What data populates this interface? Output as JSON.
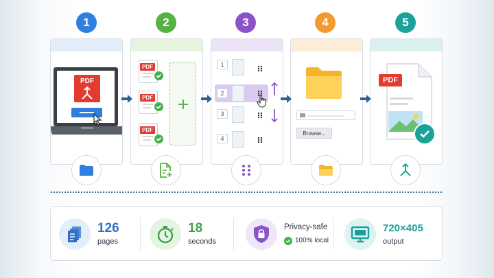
{
  "steps": [
    {
      "number": "1",
      "color": "#2f7fe0",
      "band": "#e3edf9",
      "icon": "folder-icon"
    },
    {
      "number": "2",
      "color": "#58b046",
      "band": "#e6f3df",
      "icon": "file-add-icon"
    },
    {
      "number": "3",
      "color": "#8c52c9",
      "band": "#ede3f7",
      "icon": "grip-dots-icon"
    },
    {
      "number": "4",
      "color": "#f29a2e",
      "band": "#fcecd8",
      "icon": "folder-icon"
    },
    {
      "number": "5",
      "color": "#1aa39a",
      "band": "#d8f0ee",
      "icon": "merge-arrow-icon"
    }
  ],
  "step1": {
    "pdf_label": "PDF"
  },
  "step2": {
    "pdf_label": "PDF"
  },
  "step3": {
    "rows": [
      "1",
      "2",
      "3",
      "4"
    ]
  },
  "step4": {
    "browse_label": "Browse..."
  },
  "step5": {
    "pdf_label": "PDF"
  },
  "stats": [
    {
      "value": "126",
      "label": "pages",
      "color": "#2f6fc8",
      "bg": "#e4eefb",
      "icon": "pages-icon"
    },
    {
      "value": "18",
      "label": "seconds",
      "color": "#43a047",
      "bg": "#e4f4e2",
      "icon": "stopwatch-icon"
    },
    {
      "value": "Privacy-safe",
      "label": "100% local",
      "color": "#8c52c9",
      "bg": "#efe6f8",
      "icon": "shield-lock-icon"
    },
    {
      "value": "720×405",
      "label": "output",
      "color": "#17a19a",
      "bg": "#def3f1",
      "icon": "monitor-icon"
    }
  ]
}
